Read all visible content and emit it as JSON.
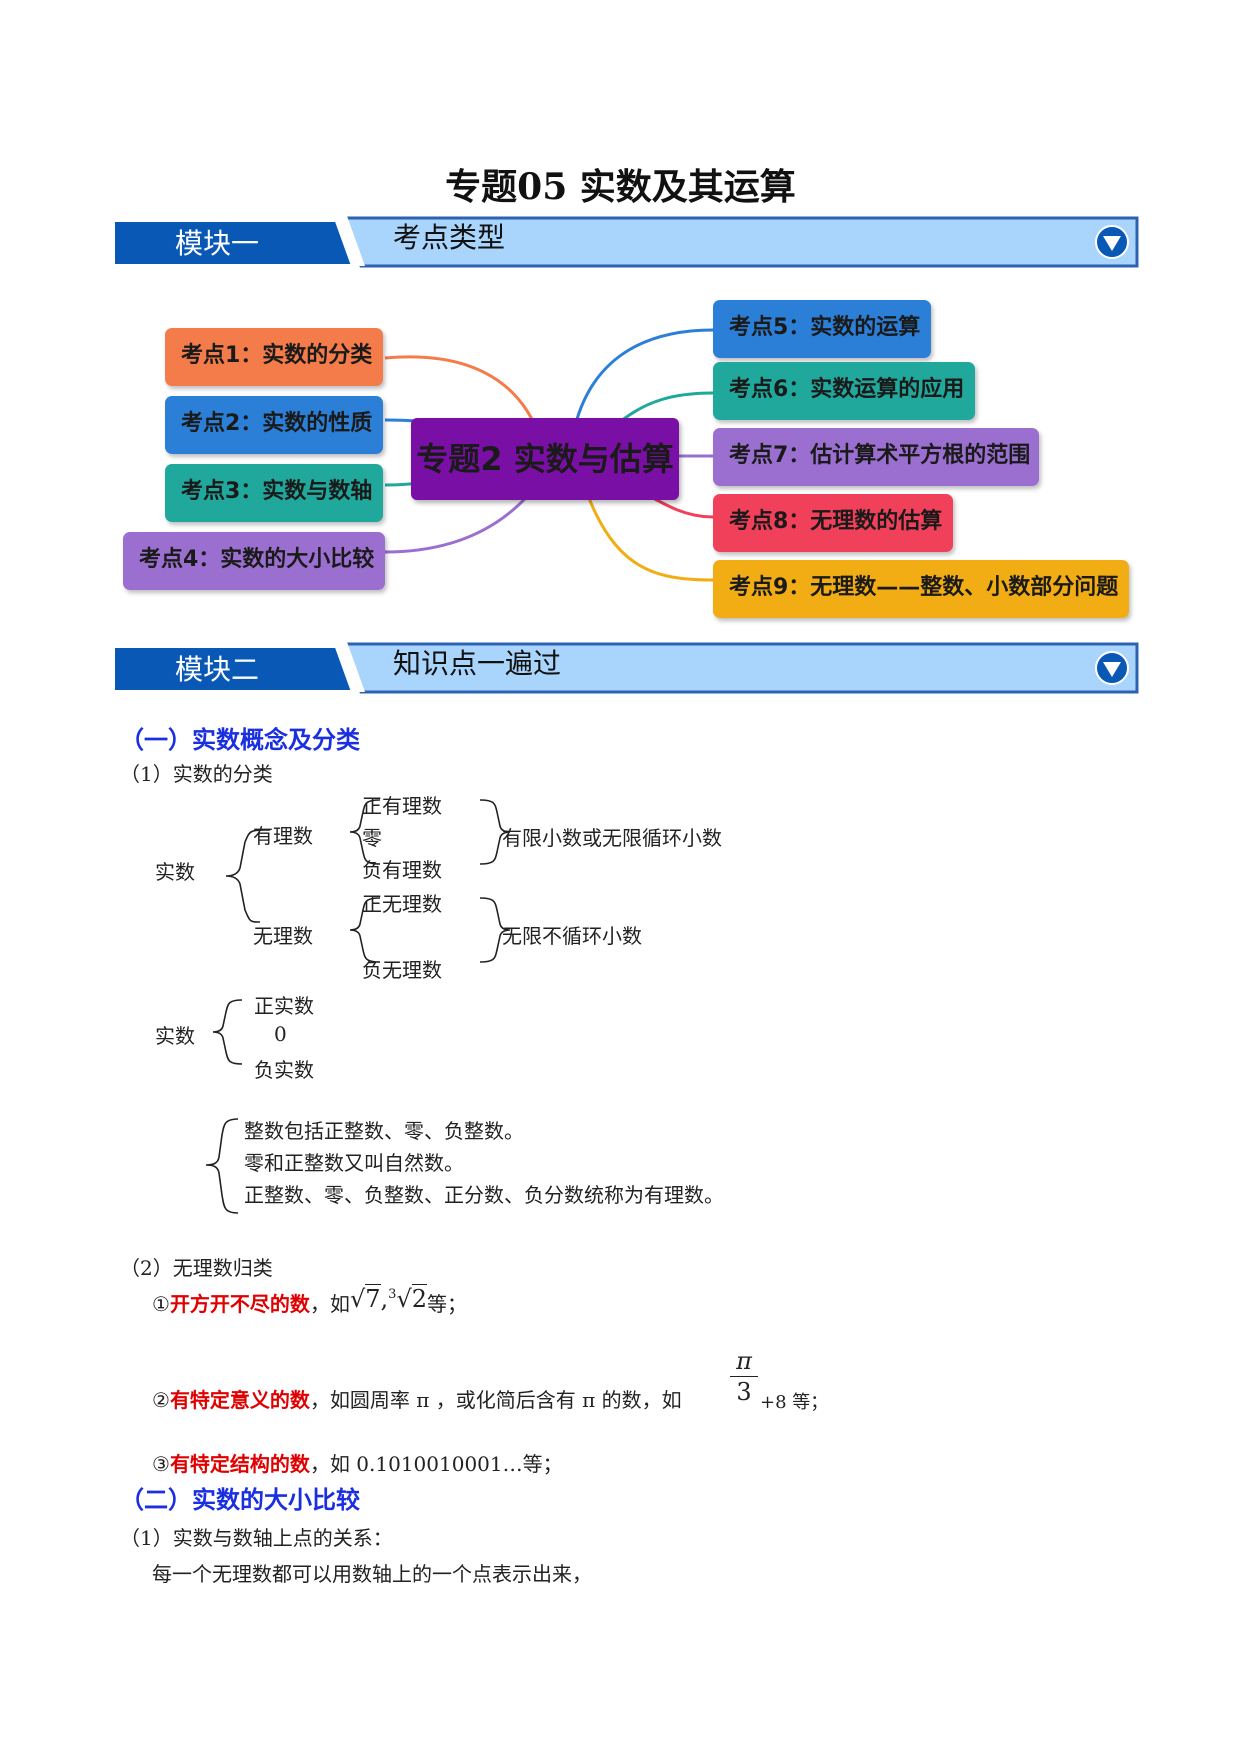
{
  "title": "专题05  实数及其运算",
  "module1": {
    "num": "模块一",
    "name": "考点类型"
  },
  "module2": {
    "num": "模块二",
    "name": "知识点一遍过"
  },
  "mindmap": {
    "center": "专题2  实数与估算",
    "left": [
      "考点1：实数的分类",
      "考点2：实数的性质",
      "考点3：实数与数轴",
      "考点4：实数的大小比较"
    ],
    "right": [
      "考点5：实数的运算",
      "考点6：实数运算的应用",
      "考点7：估计算术平方根的范围",
      "考点8：无理数的估算",
      "考点9：无理数——整数、小数部分问题"
    ],
    "colors": {
      "orange": "#f47c4a",
      "blue": "#2b7fd6",
      "teal": "#1fa89b",
      "purple": "#9b6fd0",
      "center": "#7a0fa6",
      "red": "#f0405a",
      "gold": "#f2ad14"
    }
  },
  "section1": {
    "heading": "（一）实数概念及分类",
    "sub1": "（1）实数的分类",
    "tree": {
      "root": "实数",
      "rational": "有理数",
      "pos_rational": "正有理数",
      "zero": "零",
      "neg_rational": "负有理数",
      "rational_note": "有限小数或无限循环小数",
      "irrational": "无理数",
      "pos_irrational": "正无理数",
      "neg_irrational": "负无理数",
      "irrational_note": "无限不循环小数"
    },
    "tree2": {
      "root": "实数",
      "pos": "正实数",
      "zero": "0",
      "neg": "负实数"
    },
    "notes": [
      "整数包括正整数、零、负整数。",
      "零和正整数又叫自然数。",
      "正整数、零、负整数、正分数、负分数统称为有理数。"
    ],
    "sub2": "（2）无理数归类",
    "item1": {
      "num": "①",
      "key": "开方开不尽的数",
      "text": "，如",
      "expr1": "7",
      "comma": ",",
      "expr2_index": "3",
      "expr2": "2",
      "tail": "等；"
    },
    "item2": {
      "num": "②",
      "key": "有特定意义的数",
      "text": "，如圆周率 π ，或化简后含有 π 的数，如",
      "numerator": "π",
      "denominator": "3",
      "tail": "+8 等；"
    },
    "item3": {
      "num": "③",
      "key": "有特定结构的数",
      "text": "，如 0.1010010001…等；"
    }
  },
  "section2": {
    "heading": "（二）实数的大小比较",
    "sub1": "（1）实数与数轴上点的关系：",
    "line1": "每一个无理数都可以用数轴上的一个点表示出来，"
  }
}
